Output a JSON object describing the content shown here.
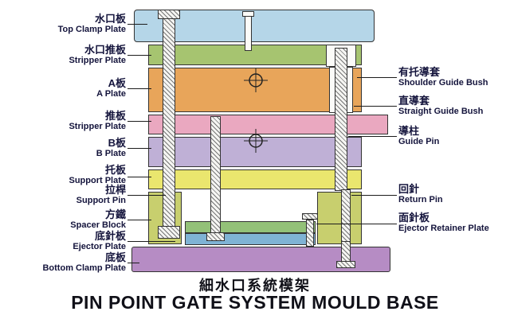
{
  "title": {
    "zh": "細水口系統模架",
    "en": "PIN POINT GATE SYSTEM MOULD BASE"
  },
  "left_labels": [
    {
      "zh": "水口板",
      "en": "Top Clamp Plate"
    },
    {
      "zh": "水口推板",
      "en": "Stripper Plate"
    },
    {
      "zh": "A板",
      "en": "A Plate"
    },
    {
      "zh": "推板",
      "en": "Stripper Plate"
    },
    {
      "zh": "B板",
      "en": "B Plate"
    },
    {
      "zh": "托板",
      "en": "Support Plate"
    },
    {
      "zh": "拉桿",
      "en": "Support Pin"
    },
    {
      "zh": "方鐵",
      "en": "Spacer Block"
    },
    {
      "zh": "底針板",
      "en": "Ejector Plate"
    },
    {
      "zh": "底板",
      "en": "Bottom Clamp Plate"
    }
  ],
  "right_labels": [
    {
      "zh": "有托導套",
      "en": "Shoulder Guide Bush"
    },
    {
      "zh": "直導套",
      "en": "Straight Guide Bush"
    },
    {
      "zh": "導柱",
      "en": "Guide Pin"
    },
    {
      "zh": "回針",
      "en": "Return Pin"
    },
    {
      "zh": "面針板",
      "en": "Ejector Retainer Plate"
    }
  ],
  "colors": {
    "top_clamp_plate": "#b5d6e8",
    "runner_stripper_plate": "#a6c470",
    "a_plate": "#e8a55a",
    "stripper_plate": "#eaa8c0",
    "b_plate": "#bfb0d6",
    "support_plate": "#eae66e",
    "spacer_block": "#c8cf6e",
    "ejector_retainer_plate": "#93c178",
    "ejector_plate": "#7fb3d4",
    "bottom_clamp_plate": "#b68cc4",
    "label_text": "#14143c",
    "title_text": "#101018"
  }
}
